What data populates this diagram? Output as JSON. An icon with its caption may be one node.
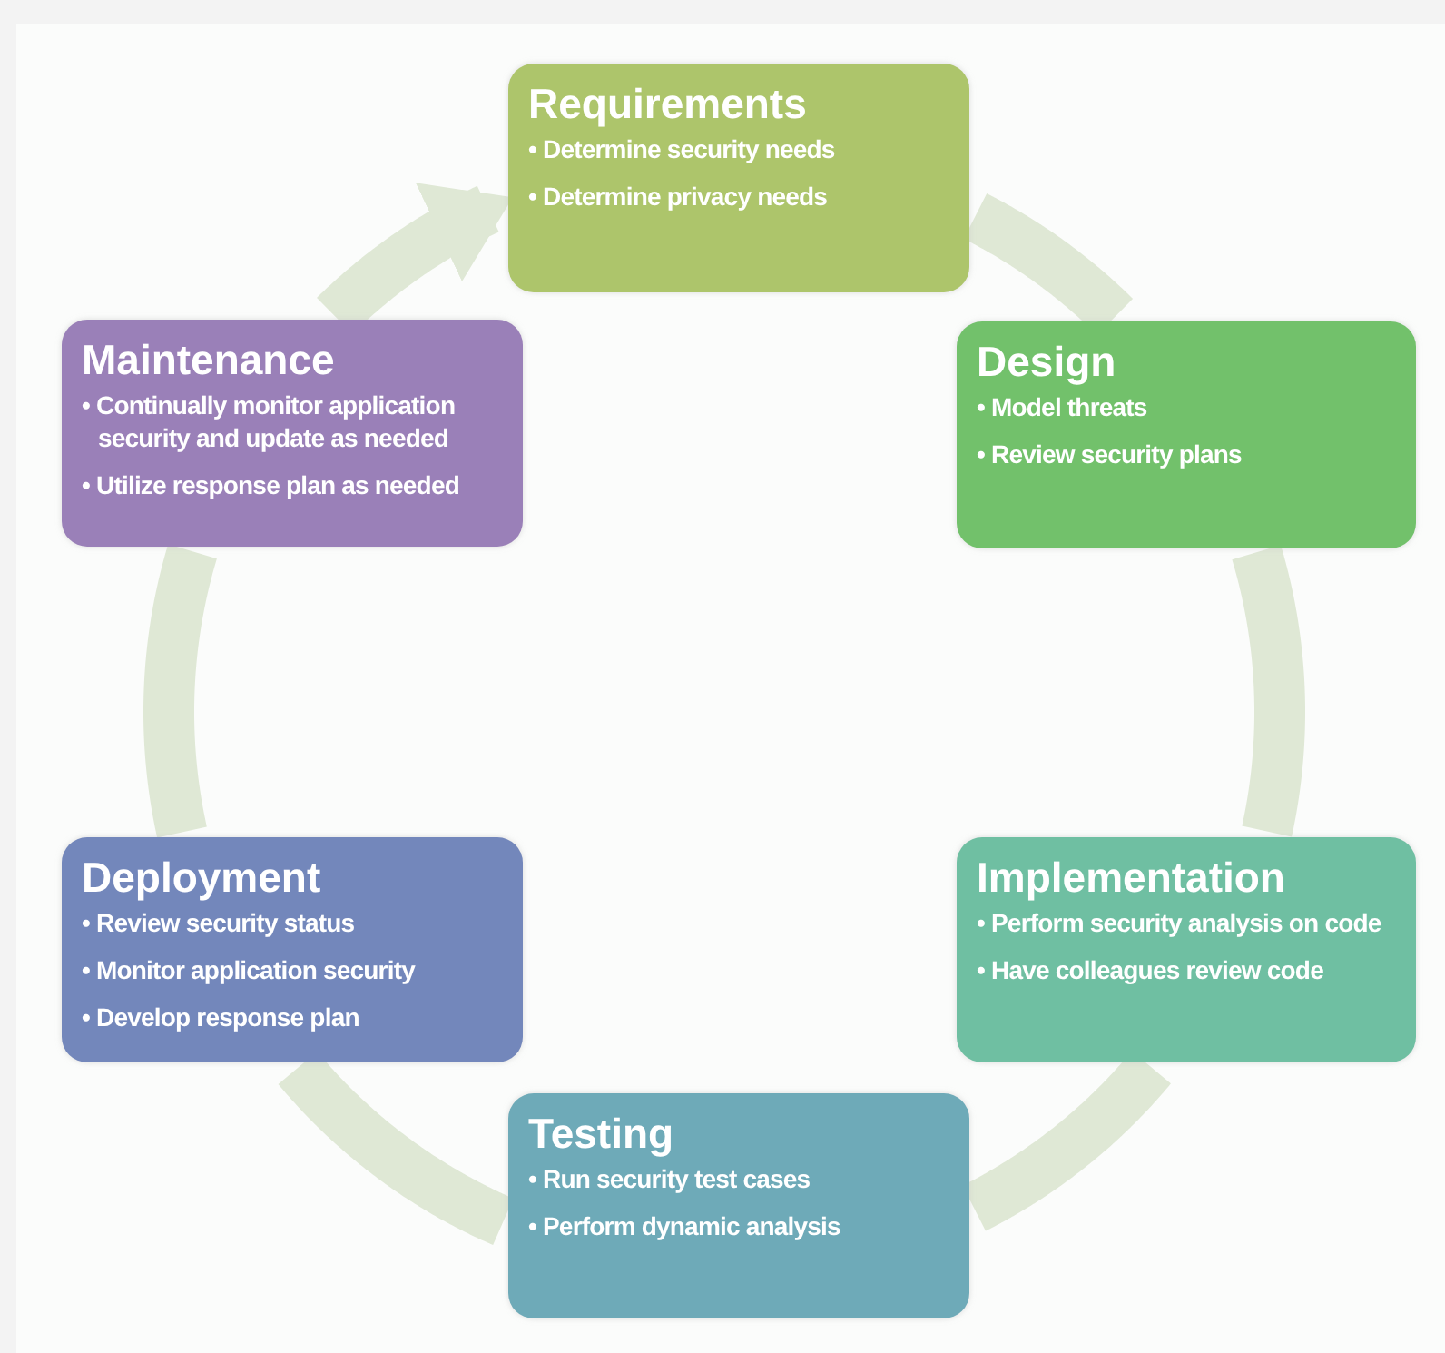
{
  "diagram": {
    "nodes": [
      {
        "text": [
          "Requirements",
          "• Determine security needs",
          "• Determine privacy needs"
        ]
      },
      {
        "text": [
          "Design",
          "• Model threats",
          "• Review security plans"
        ]
      },
      {
        "text": [
          "Implementation",
          "• Perform security analysis on code",
          "• Have colleagues review code"
        ]
      },
      {
        "text": [
          "Testing",
          "• Run security test cases",
          "• Perform dynamic analysis"
        ]
      },
      {
        "text": [
          "Deployment",
          "• Review security status",
          "• Monitor application security",
          "• Develop response plan"
        ]
      },
      {
        "text": [
          "Maintenance",
          "• Continually monitor application security and update as needed",
          "• Utilize response plan as needed"
        ]
      }
    ],
    "edges": [
      {
        "from": 0,
        "to": 1,
        "arrow": "none"
      },
      {
        "from": 1,
        "to": 2,
        "arrow": "none"
      },
      {
        "from": 2,
        "to": 3,
        "arrow": "none"
      },
      {
        "from": 3,
        "to": 4,
        "arrow": "none"
      },
      {
        "from": 4,
        "to": 5,
        "arrow": "none"
      },
      {
        "from": 5,
        "to": 0,
        "arrow": "to"
      }
    ]
  }
}
